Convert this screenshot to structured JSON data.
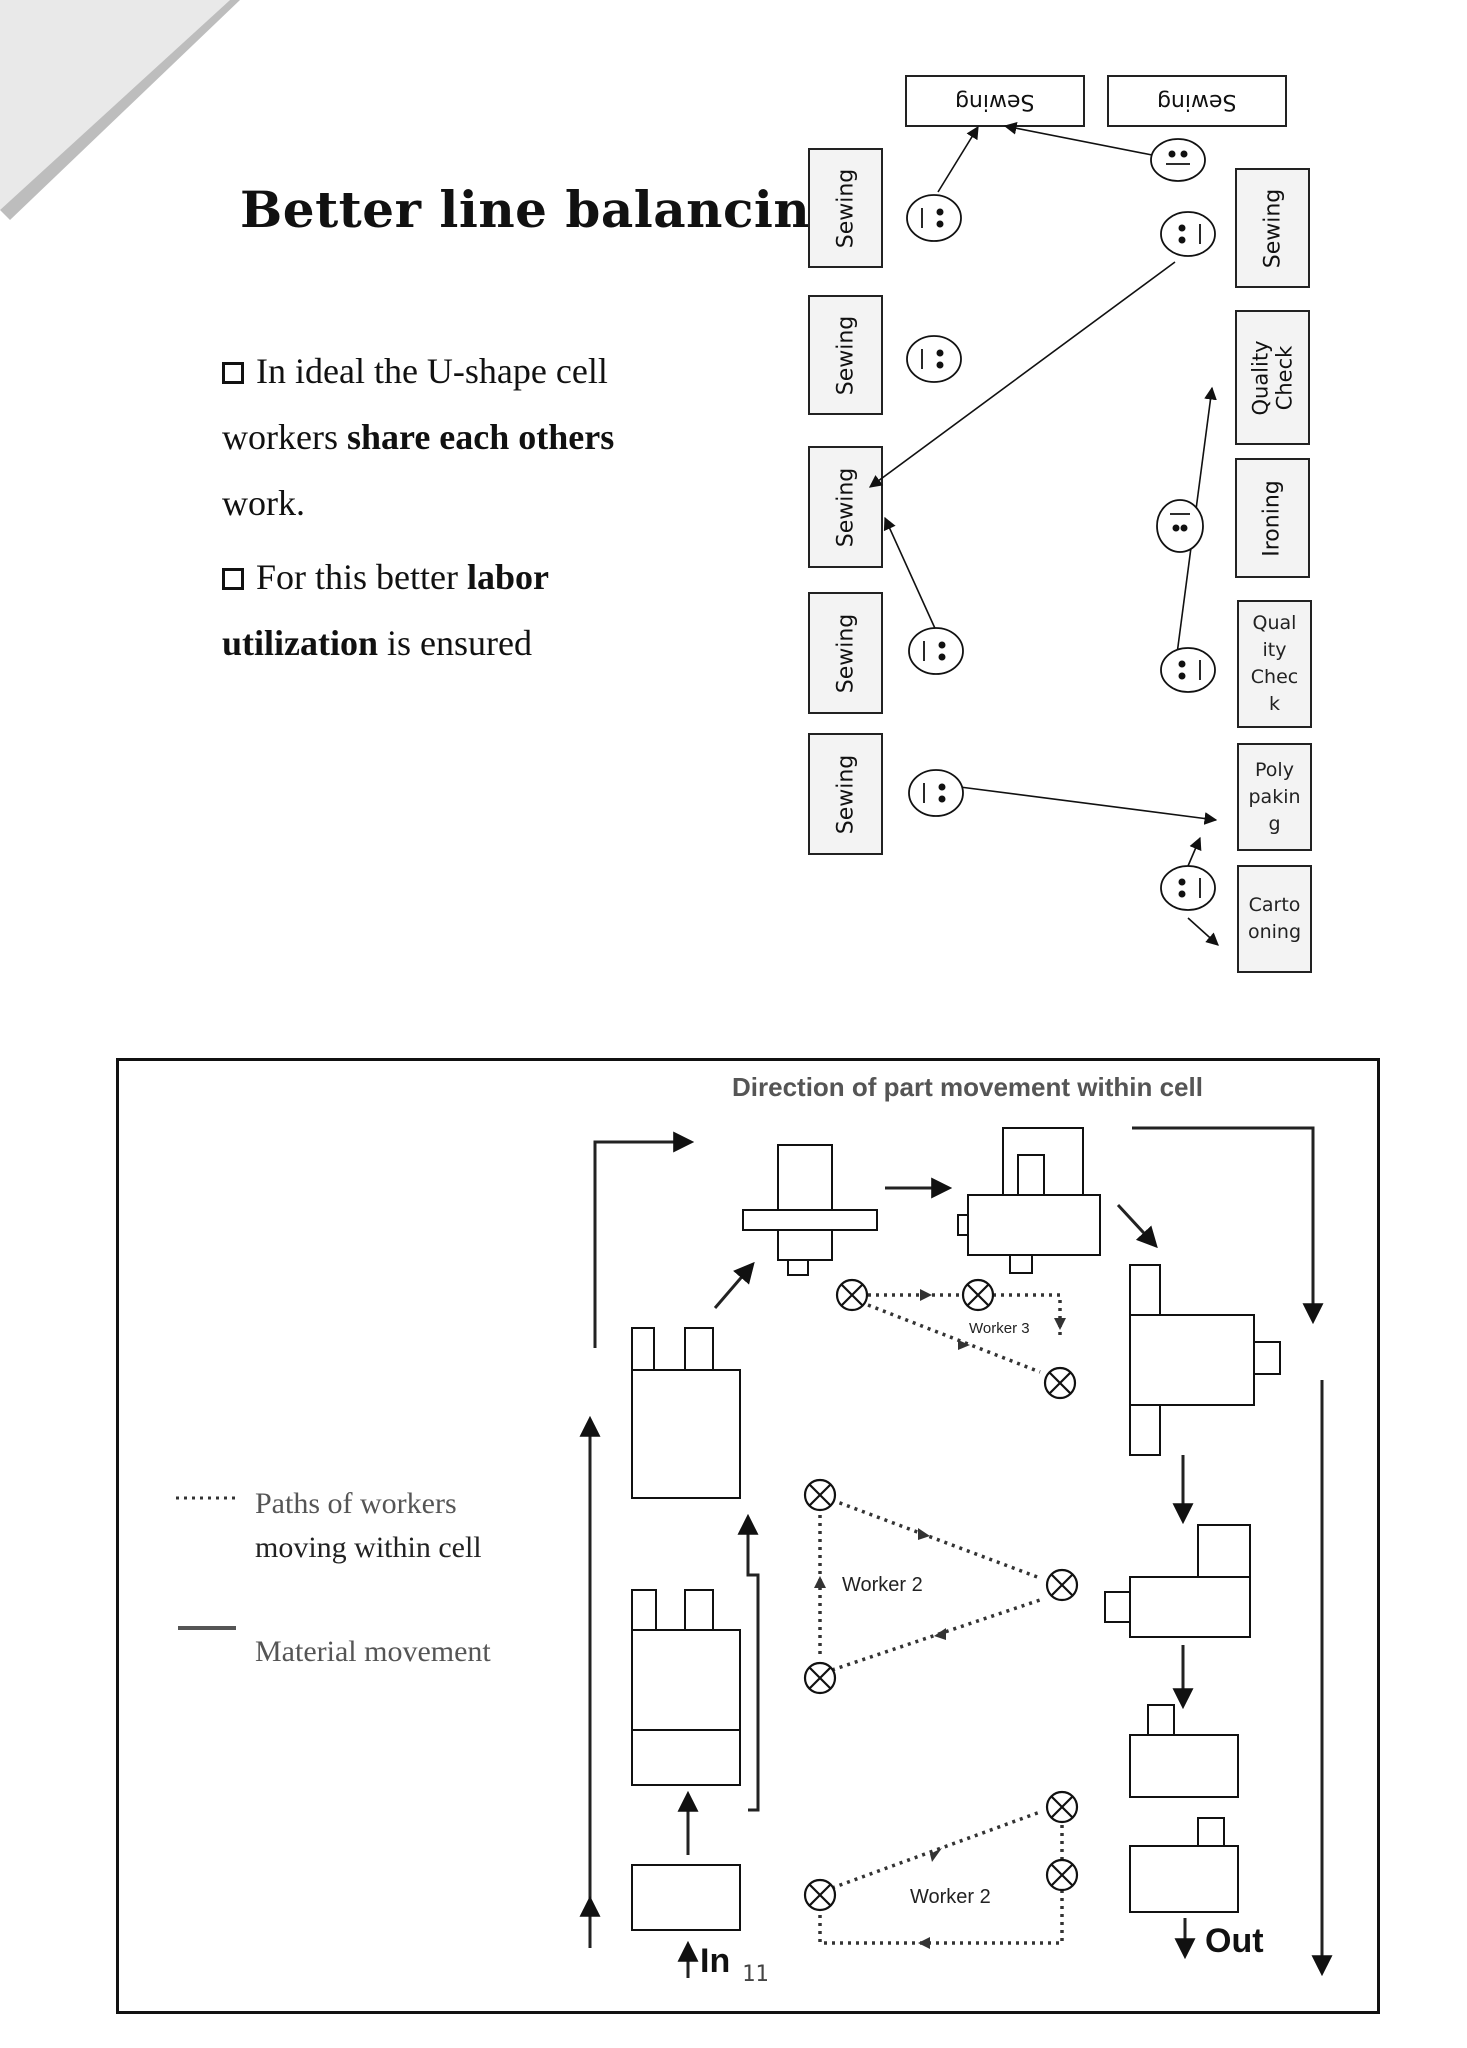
{
  "slide": {
    "title": "Better line balancing",
    "bullets": [
      {
        "line1": "In ideal the U-shape cell",
        "line2_pre": "workers ",
        "line2_bold": "share each others",
        "line3": "work."
      },
      {
        "line1_pre": "For this better ",
        "line1_bold": "labor",
        "line2_bold": "utilization",
        "line2_post": " is ensured"
      }
    ]
  },
  "layout_diagram": {
    "top_stations": [
      "Sewing",
      "Sewing"
    ],
    "left_stations": [
      "Sewing",
      "Sewing",
      "Sewing",
      "Sewing",
      "Sewing"
    ],
    "right_stations": [
      "Sewing",
      "Quality\nCheck",
      "Ironing",
      "Qual\nity\nChec\nk",
      "Poly\npakin\ng",
      "Carto\noning"
    ]
  },
  "cell_diagram": {
    "title": "Direction of part movement within cell",
    "legend": {
      "paths_line1": "Paths of workers",
      "paths_line2": "moving within cell",
      "material": "Material movement"
    },
    "workers": [
      "Worker 3",
      "Worker 2",
      "Worker 2"
    ],
    "in_label": "In",
    "out_label": "Out"
  },
  "page_number": "11",
  "colors": {
    "ink": "#111111",
    "station_fill": "#f3f3f3",
    "legend_grey": "#555555"
  }
}
